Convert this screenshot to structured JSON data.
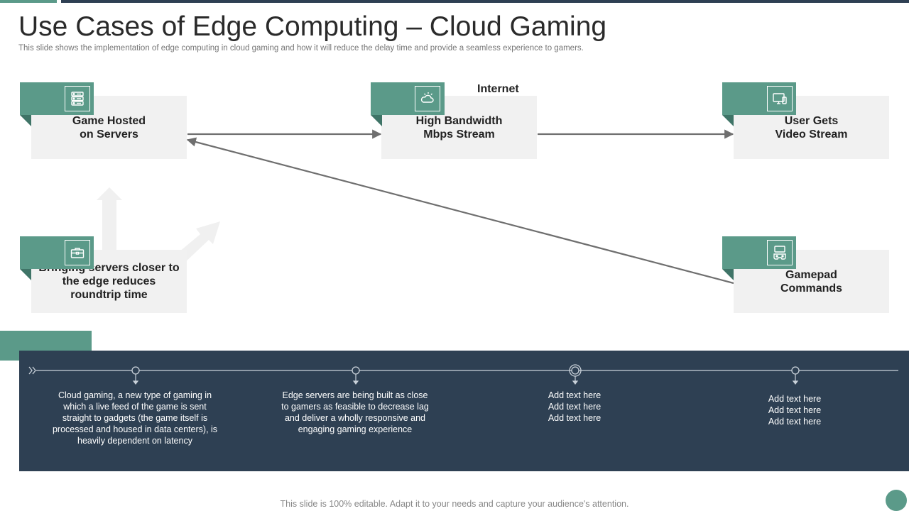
{
  "title": "Use Cases of Edge Computing – Cloud Gaming",
  "subtitle": "This slide shows the implementation of edge computing in cloud gaming and how it will reduce the delay time and provide a seamless experience to gamers.",
  "diagram": {
    "nodes": [
      {
        "id": "game-hosted",
        "label": "Game Hosted\non Servers",
        "icon": "server-icon"
      },
      {
        "id": "high-bandwidth",
        "label": "High Bandwidth\nMbps Stream",
        "icon": "cloud-sun-icon"
      },
      {
        "id": "user-gets",
        "label": "User Gets\nVideo Stream",
        "icon": "monitor-icon"
      },
      {
        "id": "bringing-servers",
        "label": "Bringing servers closer to\nthe edge reduces\nroundtrip time",
        "icon": "briefcase-icon"
      },
      {
        "id": "gamepad",
        "label": "Gamepad\nCommands",
        "icon": "gamepad-icon"
      }
    ],
    "internet_label": "Internet",
    "edges": [
      {
        "from": "game-hosted",
        "to": "high-bandwidth"
      },
      {
        "from": "high-bandwidth",
        "to": "user-gets"
      },
      {
        "from": "gamepad",
        "to": "game-hosted"
      }
    ]
  },
  "timeline": [
    {
      "text": "Cloud gaming, a new type of gaming in\nwhich a live feed of the game is sent\nstraight to gadgets (the game itself is\nprocessed and housed in data centers), is\nheavily dependent on latency"
    },
    {
      "text": "Edge servers are being built as close\nto gamers as feasible to decrease lag\nand deliver a wholly responsive and\nengaging gaming experience"
    },
    {
      "text": "Add text here\nAdd text here\nAdd text here"
    },
    {
      "text": "Add text here\nAdd text here\nAdd text here"
    }
  ],
  "footer": "This slide is 100% editable. Adapt it to your needs and capture your audience's attention.",
  "colors": {
    "accent_green": "#5b9a89",
    "dark_navy": "#2e4053",
    "box_gray": "#f1f1f1"
  }
}
